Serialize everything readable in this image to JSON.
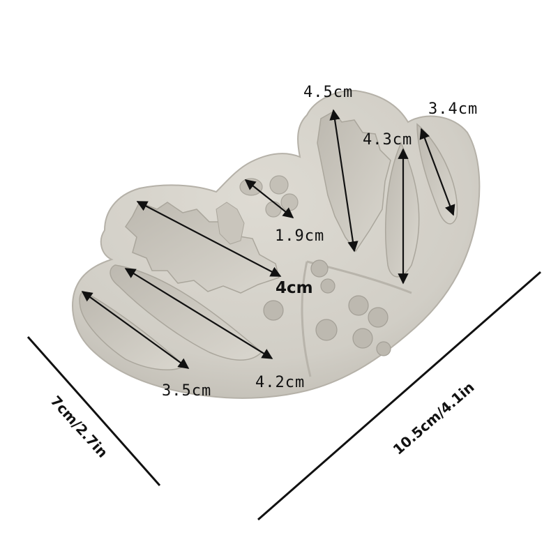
{
  "product": {
    "item_name": "silicone-mold",
    "color": "#d3d0c8",
    "arrow_color": "#111111"
  },
  "measurements": {
    "leaf_top_center": "4.5cm",
    "leaf_right_edge": "3.4cm",
    "leaf_right_inner": "4.3cm",
    "berry_cluster": "1.9cm",
    "holly_leaf": "4cm",
    "leaf_bottom_left": "3.5cm",
    "leaf_bottom_long": "4.2cm"
  },
  "dimensions": {
    "width": "10.5cm/4.1in",
    "height": "7cm/2.7in"
  }
}
